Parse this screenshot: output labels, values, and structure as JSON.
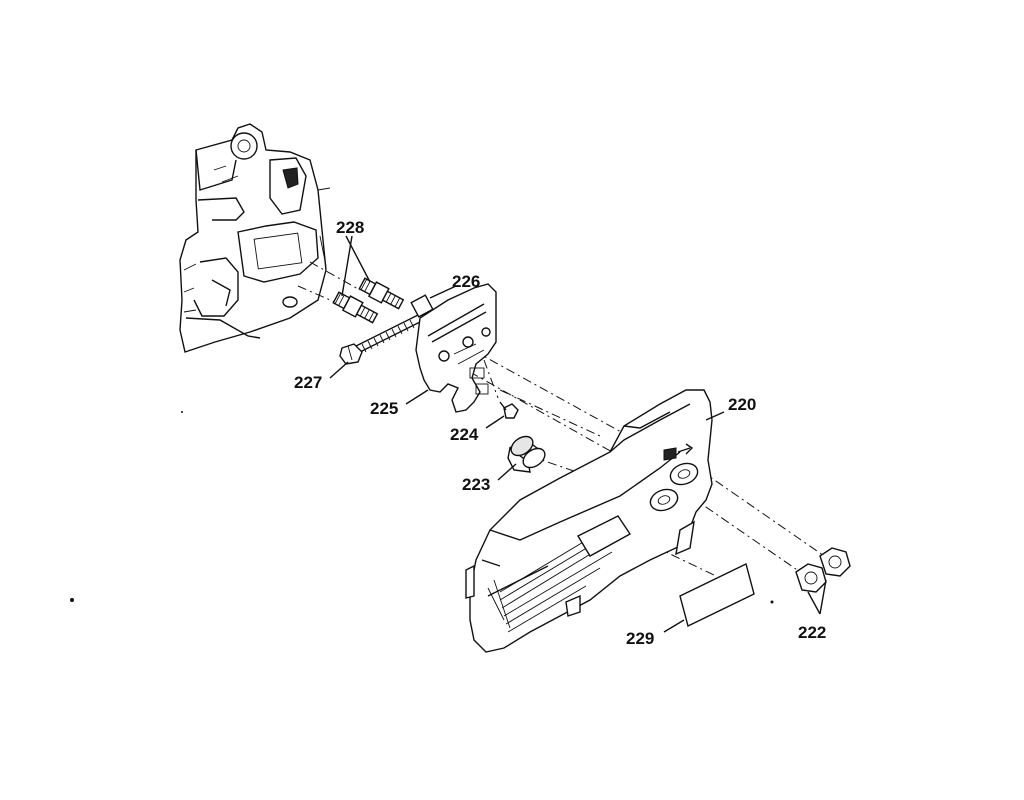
{
  "labels": {
    "p220": "220",
    "p222": "222",
    "p223": "223",
    "p224": "224",
    "p225": "225",
    "p226": "226",
    "p227": "227",
    "p228": "228",
    "p229": "229"
  }
}
